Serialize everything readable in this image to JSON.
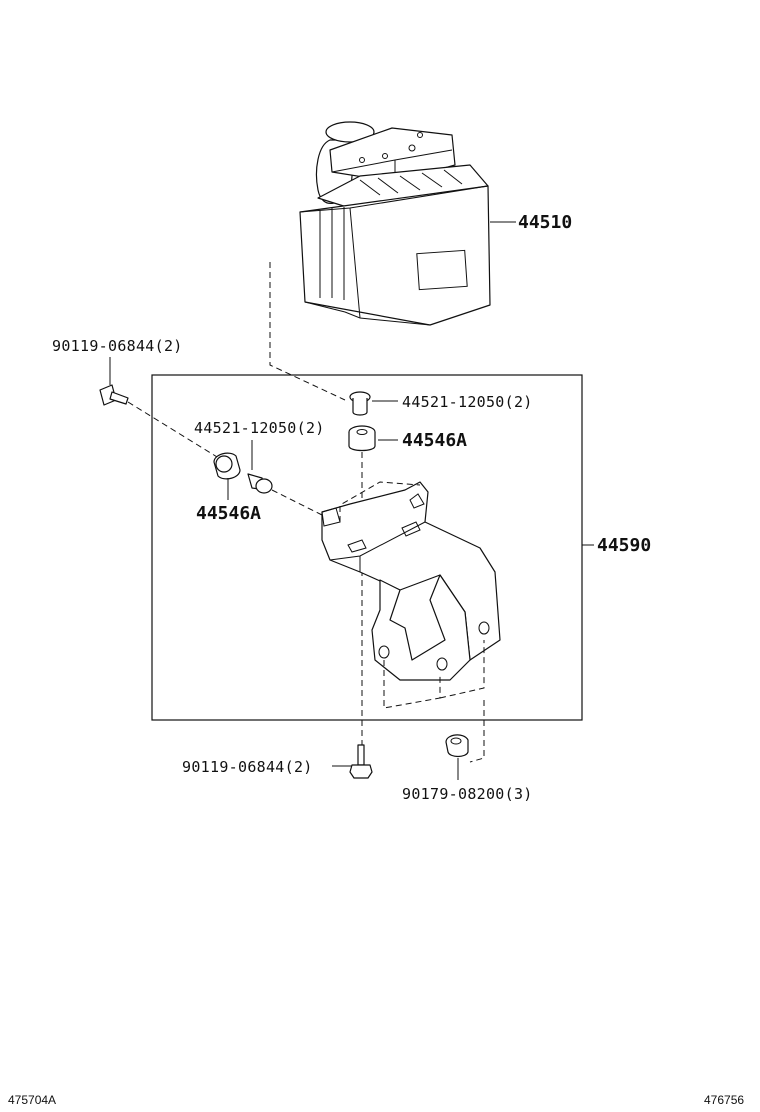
{
  "parts": {
    "actuator": "44510",
    "bracket": "44590",
    "bolt_upper_left": "90119-06844(2)",
    "bolt_lower": "90119-06844(2)",
    "collar_right": "44521-12050(2)",
    "collar_left": "44521-12050(2)",
    "cushion_right": "44546A",
    "cushion_left": "44546A",
    "nut": "90179-08200(3)"
  },
  "footer": {
    "left_code": "475704A",
    "right_code": "476756"
  }
}
